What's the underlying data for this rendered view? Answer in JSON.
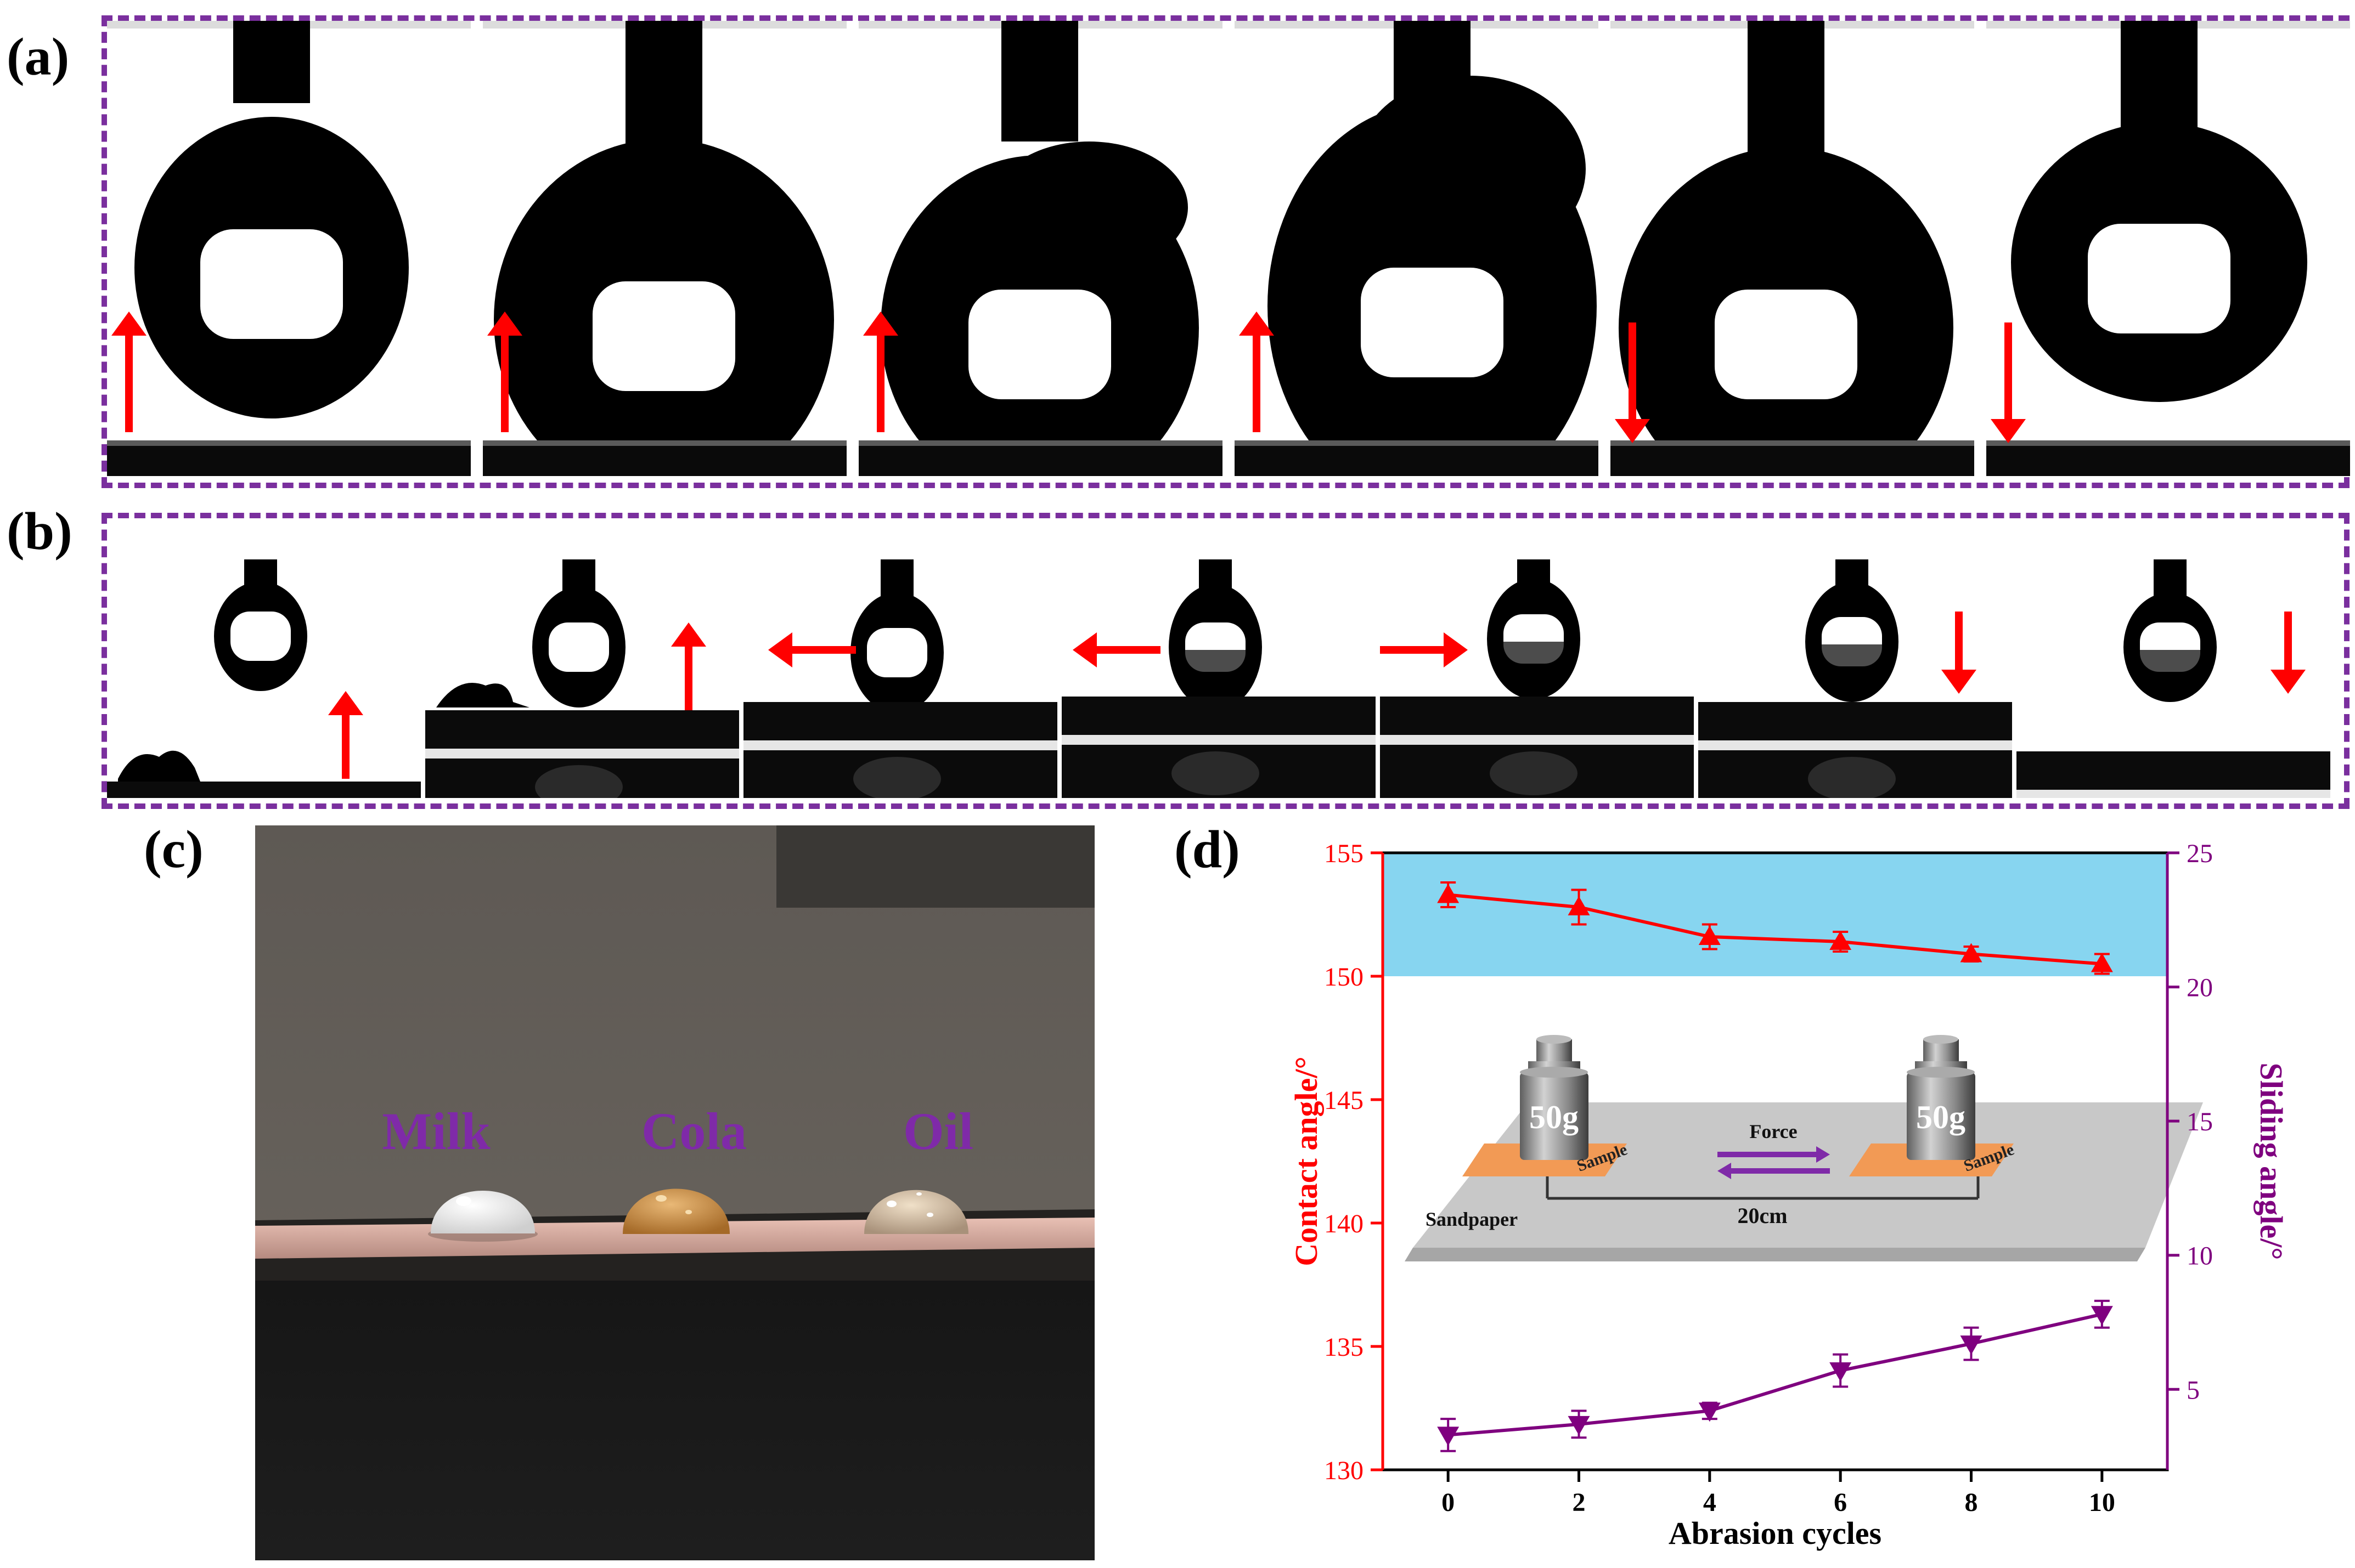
{
  "panels": {
    "a": "(a)",
    "b": "(b)",
    "c": "(c)",
    "d": "(d)"
  },
  "colors": {
    "dashed_border": "#7a2f9e",
    "arrow": "#ff0000",
    "contact_series": "#ff0000",
    "sliding_series": "#7f007f",
    "shaded_region": "#87d5f0",
    "sample_pad": "#f29a55",
    "sandpaper": "#c8c8c8"
  },
  "panel_a_frames": [
    {
      "arrow": "up"
    },
    {
      "arrow": "up"
    },
    {
      "arrow": "up"
    },
    {
      "arrow": "up"
    },
    {
      "arrow": "down"
    },
    {
      "arrow": "down"
    }
  ],
  "panel_b_frames": [
    {
      "arrow": "up"
    },
    {
      "arrow": "up"
    },
    {
      "arrow": "left"
    },
    {
      "arrow": "left"
    },
    {
      "arrow": "right"
    },
    {
      "arrow": "down"
    },
    {
      "arrow": "down"
    }
  ],
  "photo": {
    "labels": [
      "Milk",
      "Cola",
      "Oil"
    ]
  },
  "chart_data": {
    "type": "line",
    "xlabel": "Abrasion cycles",
    "ylabel": "Contact angle/°",
    "y2label": "Sliding angle/°",
    "x_ticks": [
      "0",
      "2",
      "4",
      "6",
      "8",
      "10"
    ],
    "xlim": [
      -1,
      11
    ],
    "ylim": [
      130,
      155
    ],
    "y_ticks": [
      "130",
      "135",
      "140",
      "145",
      "150",
      "155"
    ],
    "y2lim": [
      2,
      25
    ],
    "y2_ticks": [
      "5",
      "10",
      "15",
      "20",
      "25"
    ],
    "shaded_band": {
      "from": 150,
      "to": 155,
      "axis": "left"
    },
    "series": [
      {
        "name": "Contact angle",
        "axis": "left",
        "marker": "triangle-up",
        "x": [
          0,
          2,
          4,
          6,
          8,
          10
        ],
        "y": [
          153.3,
          152.8,
          151.6,
          151.4,
          150.9,
          150.5
        ],
        "err": [
          0.5,
          0.7,
          0.5,
          0.4,
          0.3,
          0.4
        ]
      },
      {
        "name": "Sliding angle",
        "axis": "right",
        "marker": "triangle-down",
        "x": [
          0,
          2,
          4,
          6,
          8,
          10
        ],
        "y": [
          3.3,
          3.7,
          4.2,
          5.7,
          6.7,
          7.8
        ],
        "err": [
          0.6,
          0.5,
          0.3,
          0.6,
          0.6,
          0.5
        ]
      }
    ],
    "inset": {
      "weight_label": "50g",
      "sample_label": "Sample",
      "force_label": "Force",
      "distance_label": "20cm",
      "substrate_label": "Sandpaper"
    }
  }
}
